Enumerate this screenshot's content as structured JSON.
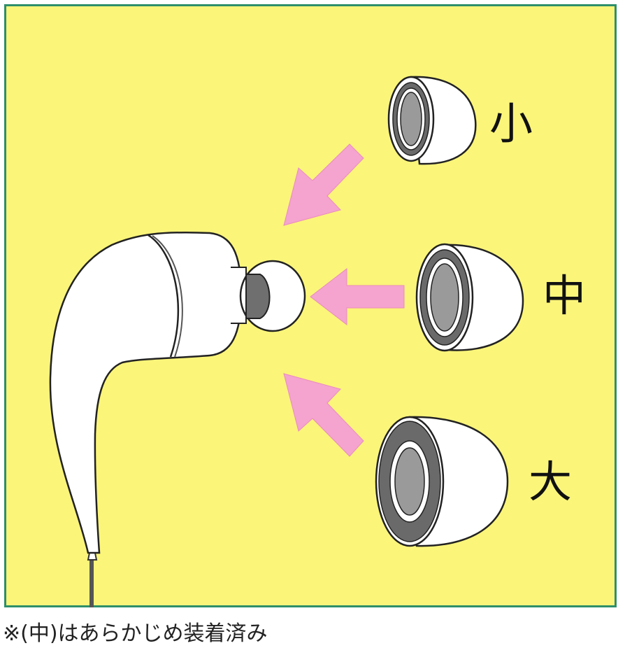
{
  "diagram": {
    "size_labels": {
      "small": "小",
      "medium": "中",
      "large": "大"
    },
    "note": "※(中)はあらかじめ装着済み"
  },
  "colors": {
    "background": "#fbf57a",
    "border": "#2e8f6a",
    "arrow": "#f5a3cf",
    "tip_inner": "#9a9a9a",
    "tip_ring": "#6a6a6a"
  }
}
